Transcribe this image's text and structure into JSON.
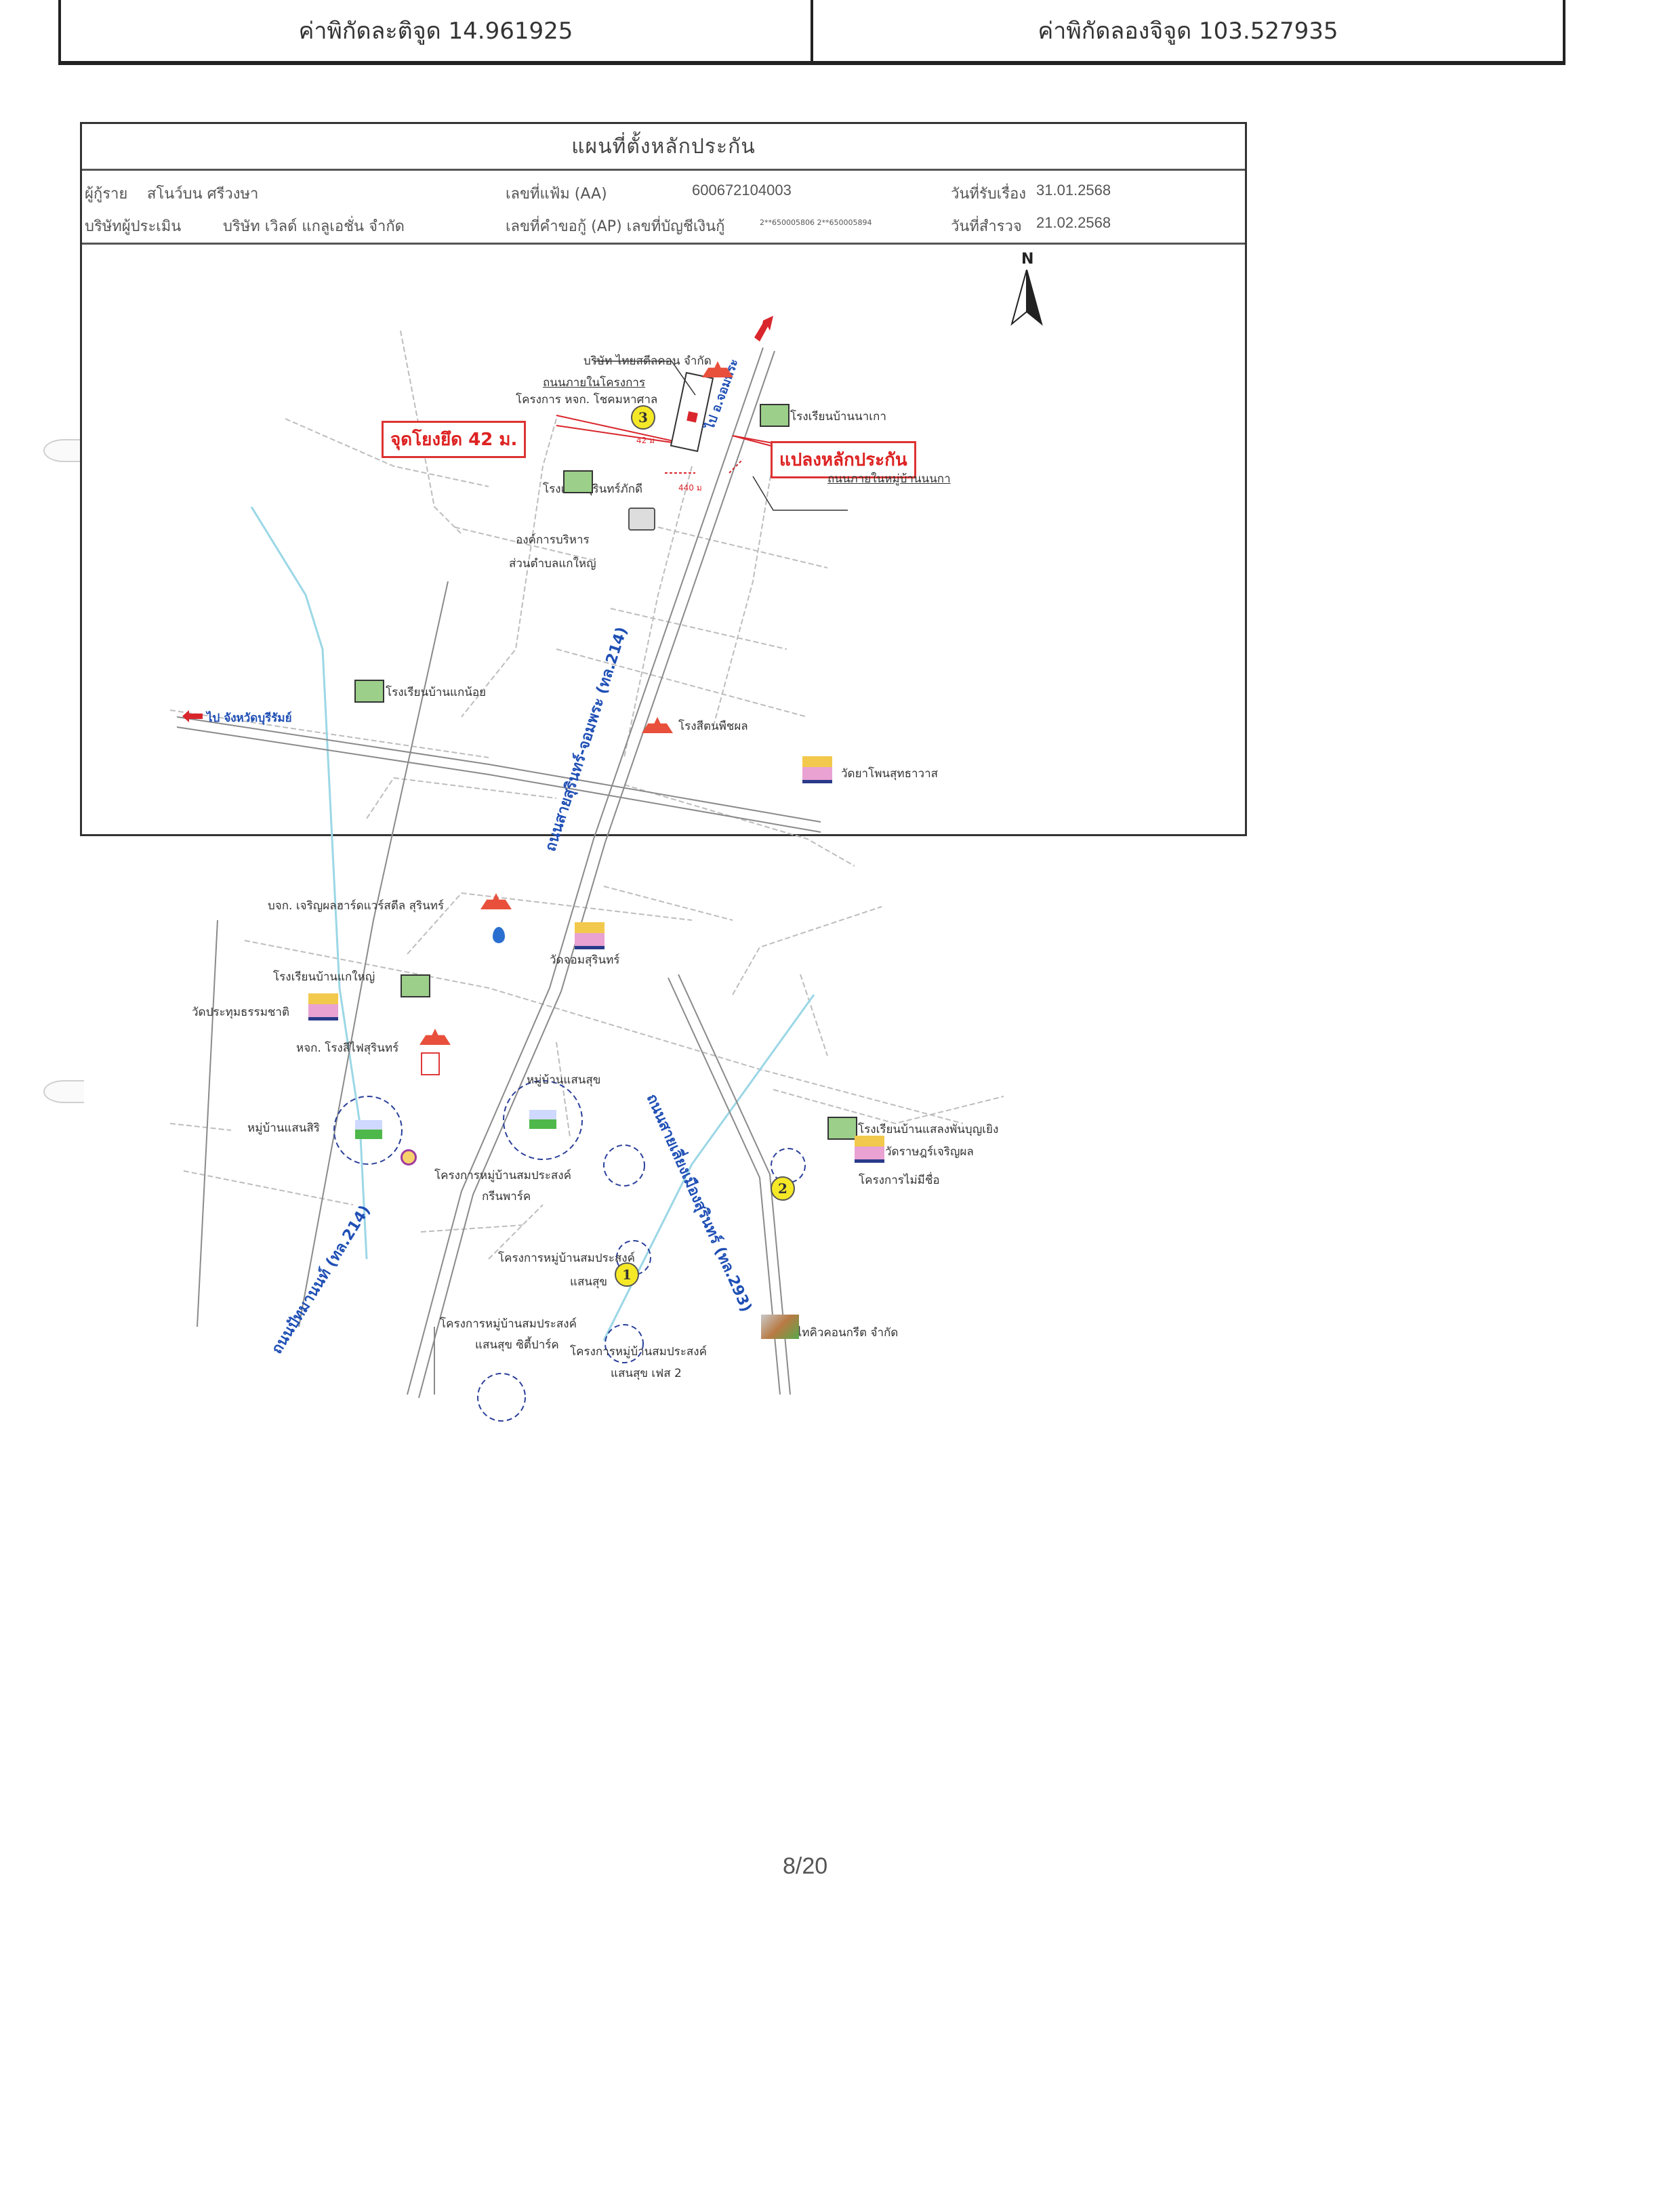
{
  "coordinates": {
    "latitude_label": "ค่าพิกัดละติจูด 14.961925",
    "longitude_label": "ค่าพิกัดลองจิจูด 103.527935"
  },
  "map_header": {
    "title": "แผนที่ตั้งหลักประกัน",
    "borrower_label": "ผู้กู้ราย",
    "borrower_name": "สโนว์บน ศรีวงษา",
    "aa_label": "เลขที่แฟ้ม (AA)",
    "aa_value": "600672104003",
    "received_date_label": "วันที่รับเรื่อง",
    "received_date": "31.01.2568",
    "appraiser_label": "บริษัทผู้ประเมิน",
    "appraiser_name": "บริษัท เวิลด์ แกลูเอชั่น จำกัด",
    "ap_label": "เลขที่คำขอกู้ (AP) เลขที่บัญชีเงินกู้",
    "ap_value": "2**650005806 2**650005894",
    "survey_date_label": "วันที่สำรวจ",
    "survey_date": "21.02.2568"
  },
  "map": {
    "north_label": "N",
    "highlight_boxes": {
      "reference_point": "จุดโยงยึด 42 ม.",
      "collateral_plot": "แปลงหลักประกัน"
    },
    "distances": {
      "d1": "42 ม",
      "d2": "440 ม"
    },
    "direction_arrows": {
      "north_to": "ไป อ.จอมพระ",
      "west_to": "ไป จังหวัดบุรีรัมย์"
    },
    "roads": {
      "main_214": "ถนนสายสุรินทร์-จอมพระ (ทล.214)",
      "road_293": "ถนนสายเลี่ยงเมืองสุรินทร์ (ทล.293)",
      "road_214_south": "ถนนปัทมานนท์ (ทล.214)",
      "project_road": "ถนนภายในโครงการ",
      "village_road": "ถนนภายในหมู่บ้านนนกา"
    },
    "landmarks": [
      {
        "id": "thai_steel",
        "label": "บริษัท ไทยสตีลคอน จำกัด",
        "type": "factory"
      },
      {
        "id": "project_3",
        "label": "โครงการ หจก. โชคมหาศาล",
        "type": "project",
        "badge": "3"
      },
      {
        "id": "school_nakao",
        "label": "โรงเรียนบ้านนาเกา",
        "type": "school"
      },
      {
        "id": "school_surin_phakdi",
        "label": "โรงเรียนสุรินทร์ภักดี",
        "type": "school"
      },
      {
        "id": "sao_line1",
        "label": "องค์การบริหาร",
        "type": "government"
      },
      {
        "id": "sao_line2",
        "label": "ส่วนตำบลแกใหญ่",
        "type": "government"
      },
      {
        "id": "school_kae_noi",
        "label": "โรงเรียนบ้านแกน้อย",
        "type": "school"
      },
      {
        "id": "slaughterhouse",
        "label": "โรงสีตนพืชผล",
        "type": "factory"
      },
      {
        "id": "wat_ya_phon",
        "label": "วัดยาโพนสุทธาวาส",
        "type": "temple"
      },
      {
        "id": "charoenphon",
        "label": "บจก. เจริญผลฮาร์ดแวร์สตีล สุรินทร์",
        "type": "factory"
      },
      {
        "id": "wat_chom",
        "label": "วัดจอมสุรินทร์",
        "type": "temple"
      },
      {
        "id": "school_kae_yai",
        "label": "โรงเรียนบ้านแกใหญ่",
        "type": "school"
      },
      {
        "id": "wat_pratum",
        "label": "วัดประทุมธรรมชาติ",
        "type": "temple"
      },
      {
        "id": "rice_mill",
        "label": "หจก. โรงสีไฟสุรินทร์",
        "type": "factory"
      },
      {
        "id": "village_saensuk",
        "label": "หมู่บ้านแสนสุข",
        "type": "village"
      },
      {
        "id": "village_saensiri",
        "label": "หมู่บ้านแสนสิริ",
        "type": "village"
      },
      {
        "id": "school_salaeng",
        "label": "โรงเรียนบ้านแสลงพันบุญเยิง",
        "type": "school"
      },
      {
        "id": "wat_rat",
        "label": "วัดราษฎร์เจริญผล",
        "type": "temple"
      },
      {
        "id": "project_2",
        "label": "โครงการไม่มีชื่อ",
        "type": "project",
        "badge": "2"
      },
      {
        "id": "green_park_1",
        "label": "โครงการหมู่บ้านสมประสงค์",
        "type": "village"
      },
      {
        "id": "green_park_2",
        "label": "กรีนพาร์ค",
        "type": "village"
      },
      {
        "id": "saensuk_proj_1",
        "label": "โครงการหมู่บ้านสมประสงค์",
        "type": "project",
        "badge": "1"
      },
      {
        "id": "saensuk_proj_2",
        "label": "แสนสุข",
        "type": "project"
      },
      {
        "id": "city_park_1",
        "label": "โครงการหมู่บ้านสมประสงค์",
        "type": "village"
      },
      {
        "id": "city_park_2",
        "label": "แสนสุข ซิตี้ปาร์ค",
        "type": "village"
      },
      {
        "id": "phase2_1",
        "label": "โครงการหมู่บ้านสมประสงค์",
        "type": "village"
      },
      {
        "id": "phase2_2",
        "label": "แสนสุข เฟส 2",
        "type": "village"
      },
      {
        "id": "concrete_co",
        "label": "บริษัท ไทคิวคอนกรีต จำกัด",
        "type": "factory"
      }
    ]
  },
  "footer": {
    "page_number": "8/20"
  },
  "colors": {
    "highlight_red": "#d9262c",
    "road_label_blue": "#1f4fb5",
    "badge_yellow": "#f5e927",
    "village_circle_blue": "#2a3f9a"
  }
}
